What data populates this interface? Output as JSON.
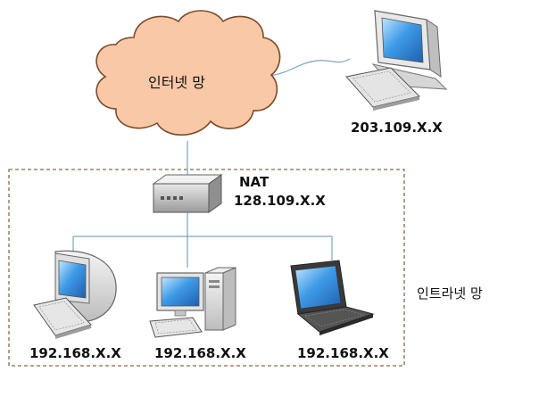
{
  "internet": {
    "label": "인터넷 망"
  },
  "intranet": {
    "label": "인트라넷 망"
  },
  "nat": {
    "title": "NAT",
    "ip": "128.109.X.X"
  },
  "external_pc": {
    "ip": "203.109.X.X"
  },
  "clients": [
    {
      "ip": "192.168.X.X",
      "icon": "imac-computer-icon"
    },
    {
      "ip": "192.168.X.X",
      "icon": "desktop-tower-computer-icon"
    },
    {
      "ip": "192.168.X.X",
      "icon": "laptop-icon"
    }
  ],
  "colors": {
    "cloud_fill": "#f9c8a6",
    "cloud_stroke": "#7a4a2a",
    "link_line": "#7aa6bf",
    "intranet_border": "#8b6a45",
    "screen_blue": "#3a8fd8"
  }
}
